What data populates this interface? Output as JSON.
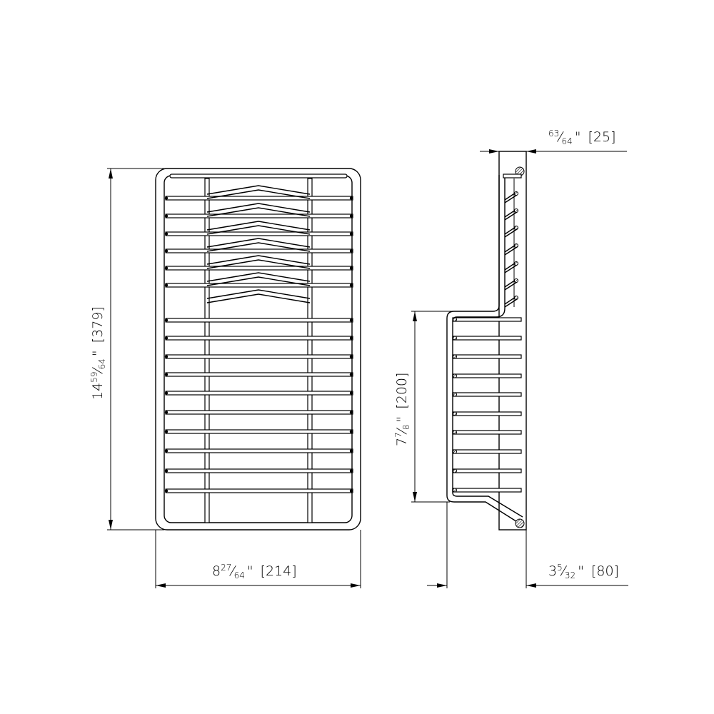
{
  "dimensions": {
    "height": {
      "whole": "14",
      "num": "59",
      "den": "64",
      "unit": "\"",
      "metric": "[379]"
    },
    "width": {
      "whole": "8",
      "num": "27",
      "den": "64",
      "unit": "\"",
      "metric": "[214]"
    },
    "lower_height": {
      "whole": "7",
      "num": "7",
      "den": "8",
      "unit": "\"",
      "metric": "[200]"
    },
    "top_depth": {
      "whole": "",
      "num": "63",
      "den": "64",
      "unit": "\"",
      "metric": "[25]"
    },
    "depth": {
      "whole": "3",
      "num": "5",
      "den": "32",
      "unit": "\"",
      "metric": "[80]"
    }
  }
}
